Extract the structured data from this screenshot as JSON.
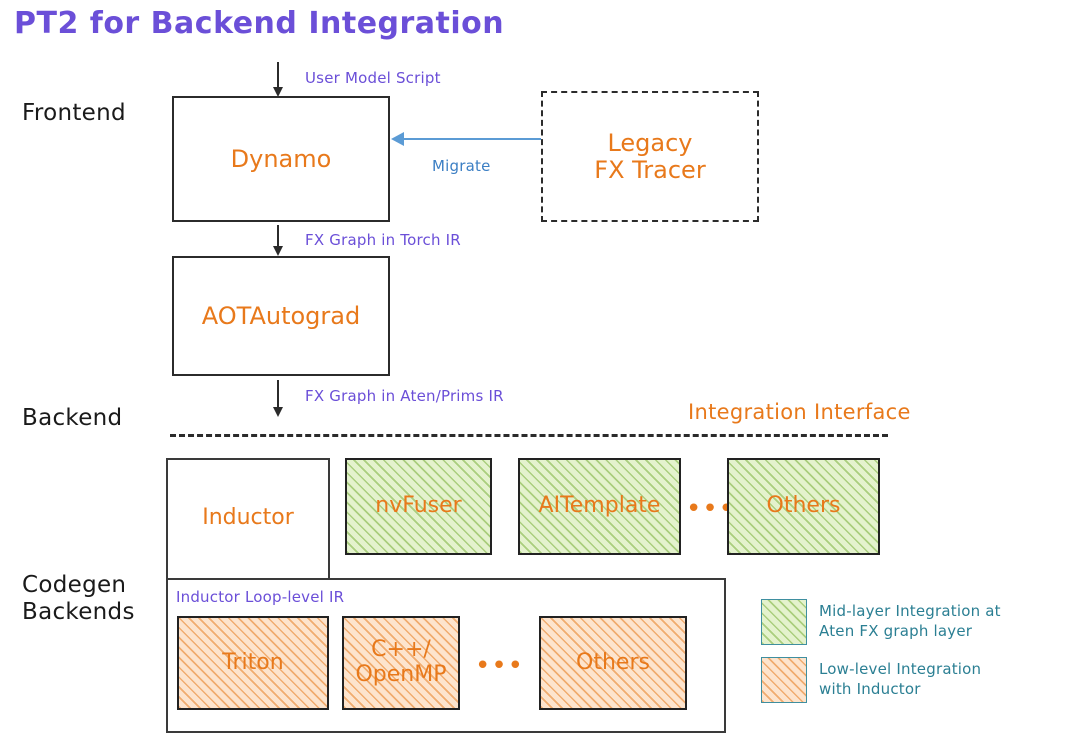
{
  "title": "PT2 for Backend Integration",
  "lanes": [
    {
      "id": "frontend",
      "label": "Frontend"
    },
    {
      "id": "backend",
      "label": "Backend"
    },
    {
      "id": "codegen",
      "label": "Codegen\nBackends"
    }
  ],
  "edge_labels": {
    "user_model_script": "User Model Script",
    "fx_graph_torch_ir": "FX Graph in Torch IR",
    "fx_graph_aten_prims_ir": "FX Graph in Aten/Prims IR",
    "migrate": "Migrate",
    "inductor_loop_level_ir": "Inductor Loop-level IR"
  },
  "headings": {
    "integration_interface": "Integration Interface"
  },
  "nodes": {
    "dynamo": "Dynamo",
    "legacy_fx_tracer": "Legacy\nFX Tracer",
    "aotautograd": "AOTAutograd",
    "inductor": "Inductor"
  },
  "mid_layer_backends": [
    {
      "label": "nvFuser"
    },
    {
      "label": "AITemplate"
    },
    {
      "label": "Others"
    }
  ],
  "codegen_backends": [
    {
      "label": "Triton"
    },
    {
      "label": "C++/\nOpenMP"
    },
    {
      "label": "Others"
    }
  ],
  "ellipsis": "•••",
  "legend": [
    {
      "swatch": "green",
      "text": "Mid-layer Integration at\nAten FX graph layer"
    },
    {
      "swatch": "orange",
      "text": "Low-level Integration\nwith Inductor"
    }
  ],
  "colors": {
    "title_purple": "#6b4fd8",
    "note_purple": "#6b4fd8",
    "node_orange": "#e8791b",
    "migrate_blue": "#3c7fc4",
    "arrow_blue": "#5b9bd5",
    "legend_teal": "#2b7f93",
    "green_fill": "#e4f2cd",
    "green_hatch": "#7ab03c",
    "orange_fill": "#fde4cd",
    "orange_hatch": "#e67e22",
    "stroke_black": "#2b2b2b",
    "background": "#ffffff"
  }
}
